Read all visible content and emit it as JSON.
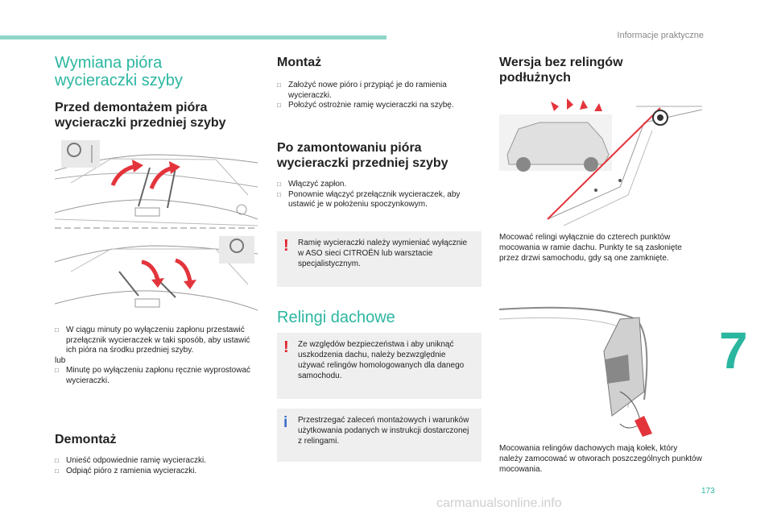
{
  "header": {
    "section": "Informacje praktyczne",
    "chapter": "7",
    "page_number": "173",
    "watermark": "carmanualsonline.info"
  },
  "col1": {
    "title_line1": "Wymiana pióra",
    "title_line2": "wycieraczki szyby",
    "sub_line1": "Przed demontażem pióra",
    "sub_line2": "wycieraczki przedniej szyby",
    "steps": [
      "W ciągu minuty po wyłączeniu zapłonu przestawić przełącznik wycieraczek w taki sposób, aby ustawić ich pióra na środku przedniej szyby."
    ],
    "or": "lub",
    "steps2": [
      "Minutę po wyłączeniu zapłonu ręcznie wyprostować wycieraczki."
    ],
    "demontaz_title": "Demontaż",
    "demontaz_steps": [
      "Unieść odpowiednie ramię wycieraczki.",
      "Odpiąć pióro z ramienia wycieraczki."
    ]
  },
  "col2": {
    "montaz_title": "Montaż",
    "montaz_steps": [
      "Założyć nowe pióro i przypiąć je do ramienia wycieraczki.",
      "Położyć ostrożnie ramię wycieraczki na szybę."
    ],
    "po_line1": "Po zamontowaniu pióra",
    "po_line2": "wycieraczki przedniej szyby",
    "po_steps": [
      "Włączyć zapłon.",
      "Ponownie włączyć przełącznik wycieraczek, aby ustawić je w położeniu spoczynkowym."
    ],
    "warning1": "Ramię wycieraczki należy wymieniać wyłącznie w ASO sieci CITROËN lub warsztacie specjalistycznym.",
    "relingi_title": "Relingi dachowe",
    "warning2": "Ze względów bezpieczeństwa i aby uniknąć uszkodzenia dachu, należy bezwzględnie używać relingów homologowanych dla danego samochodu.",
    "info1": "Przestrzegać zaleceń montażowych i warunków użytkowania podanych w instrukcji dostarczonej z relingami."
  },
  "col3": {
    "title_line1": "Wersja bez relingów",
    "title_line2": "podłużnych",
    "caption1": "Mocować relingi wyłącznie do czterech punktów mocowania w ramie dachu. Punkty te są zasłonięte przez drzwi samochodu, gdy są one zamknięte.",
    "caption2": "Mocowania relingów dachowych mają kołek, który należy zamocować w otworach poszczególnych punktów mocowania."
  },
  "colors": {
    "accent": "#2bb6a0",
    "topbar": "#8fd6c8",
    "warning": "#e0202a",
    "info": "#3a6ec9",
    "arrow": "#e3343c"
  },
  "icons": {
    "warning": "!",
    "info": "i",
    "steering_wheel": "steering-wheel-icon"
  }
}
